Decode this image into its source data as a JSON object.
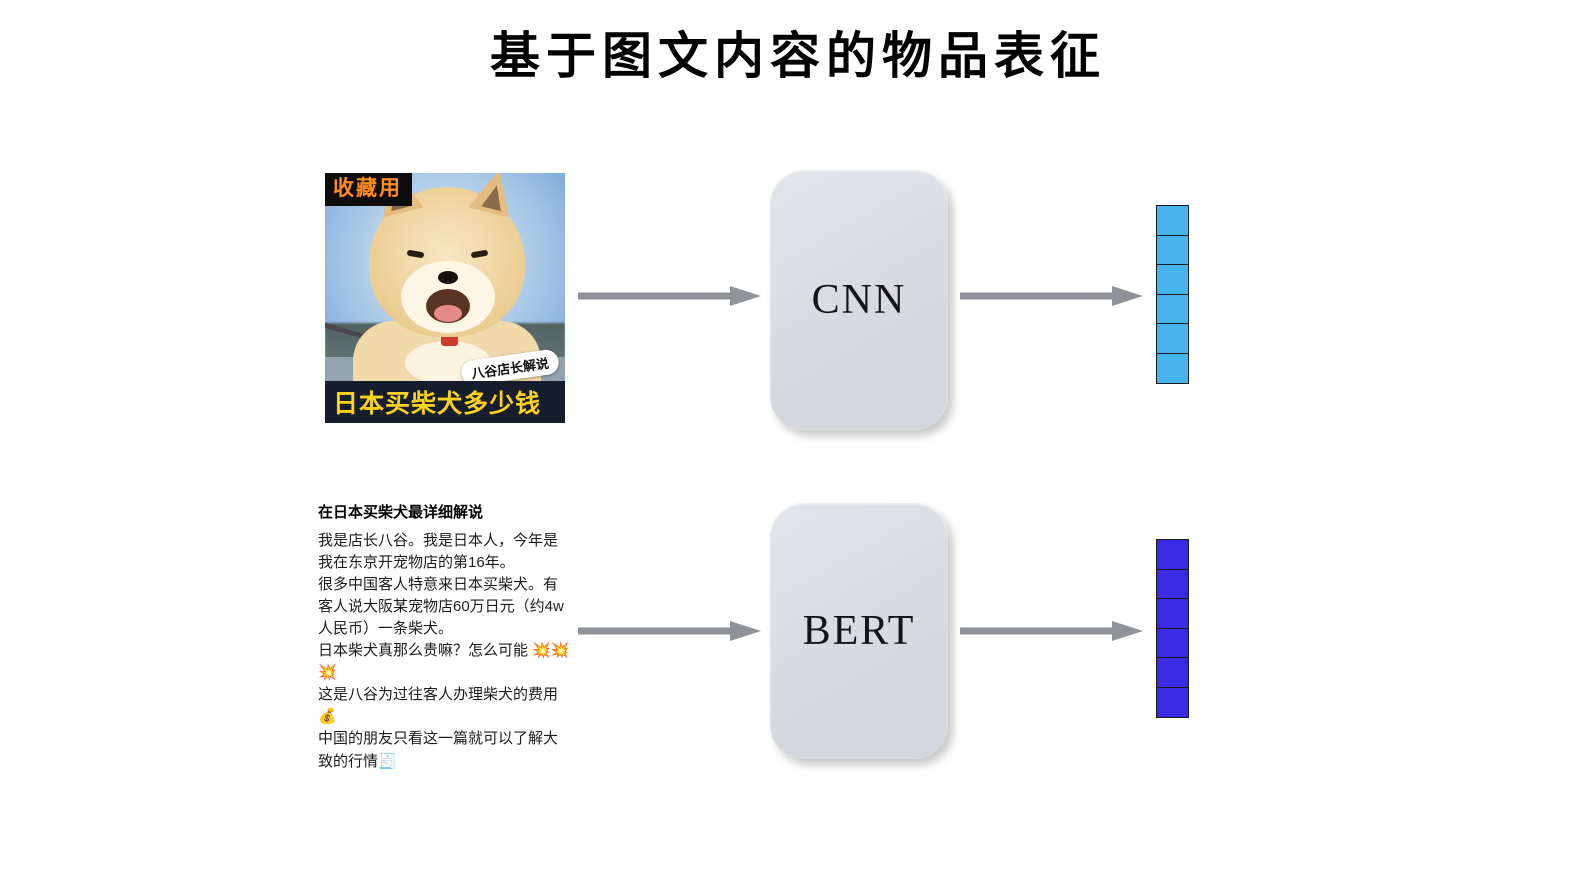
{
  "title": "基于图文内容的物品表征",
  "image_item": {
    "badge": "收藏用",
    "host_tag": "八谷店长解说",
    "banner": "日本买柴犬多少钱"
  },
  "text_item": {
    "heading": "在日本买柴犬最详细解说",
    "paragraphs": [
      "我是店长八谷。我是日本人，今年是我在东京开宠物店的第16年。",
      "很多中国客人特意来日本买柴犬。有客人说大阪某宠物店60万日元（约4w人民币）一条柴犬。",
      "日本柴犬真那么贵嘛？怎么可能 💥💥💥",
      "这是八谷为过往客人办理柴犬的费用 💰",
      "中国的朋友只看这一篇就可以了解大致的行情🧾"
    ]
  },
  "encoders": {
    "image": {
      "label": "CNN"
    },
    "text": {
      "label": "BERT"
    }
  },
  "vectors": {
    "image_vector": {
      "cells": 6,
      "color": "#47b4ee"
    },
    "text_vector": {
      "cells": 6,
      "color": "#392be4"
    }
  },
  "colors": {
    "arrow": "#8f9296",
    "encoder_box": "#d4d7dc",
    "banner_bg": "#161d2c",
    "banner_text": "#ffd21c"
  }
}
